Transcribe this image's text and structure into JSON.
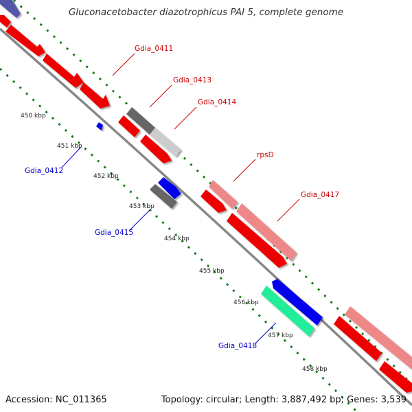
{
  "title": "Gluconacetobacter diazotrophicus PAI 5, complete genome",
  "accession": "Accession: NC_011365",
  "topology": "Topology: circular; Length: 3,887,492 bp; Genes: 3,539",
  "kbp_labels": [
    "450 kbp",
    "451 kbp",
    "452 kbp",
    "453 kbp",
    "454 kbp",
    "455 kbp",
    "456 kbp",
    "457 kbp",
    "458 kbp"
  ],
  "gene_labels": {
    "g0411": "Gdia_0411",
    "g0412": "Gdia_0412",
    "g0413": "Gdia_0413",
    "g0414": "Gdia_0414",
    "g0415": "Gdia_0415",
    "rpsD": "rpsD",
    "g0417": "Gdia_0417",
    "g0418": "Gdia_0418"
  },
  "colors": {
    "backbone": "#888888",
    "tick": "#1a7a1a",
    "gene_red": "#ee0000",
    "gene_pink": "#ee8888",
    "gene_blue": "#0000ee",
    "gene_gray": "#666666",
    "gene_lightgray": "#cccccc",
    "gene_teal": "#22ee99",
    "gene_navy": "#5555aa",
    "label_red": "#cc0000",
    "label_blue": "#0000cc"
  }
}
